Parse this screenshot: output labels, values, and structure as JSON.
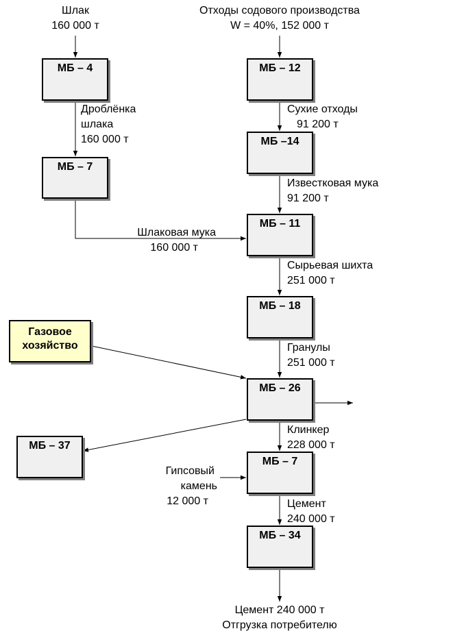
{
  "inputs": {
    "slag": {
      "name": "Шлак",
      "amount": "160 000 т"
    },
    "soda_waste": {
      "name": "Отходы содового производства",
      "amount": "W = 40%, 152 000 т"
    },
    "gypsum": {
      "line1": "Гипсовый",
      "line2": "камень",
      "amount": "12 000 т"
    }
  },
  "boxes": {
    "mb4": "МБ – 4",
    "mb12": "МБ – 12",
    "mb14": "МБ –14",
    "mb7a": "МБ – 7",
    "mb11": "МБ – 11",
    "mb18": "МБ – 18",
    "mb26": "МБ – 26",
    "mb37": "МБ – 37",
    "mb7b": "МБ – 7",
    "mb34": "МБ – 34",
    "gas": {
      "line1": "Газовое",
      "line2": "хозяйство"
    }
  },
  "flows": {
    "crushed_slag": {
      "line1": "Дроблёнка",
      "line2": "шлака",
      "amount": "160 000  т"
    },
    "dry_waste": {
      "name": "Сухие отходы",
      "amount": "91 200 т"
    },
    "lime_flour": {
      "name": "Известковая мука",
      "amount": "91 200 т"
    },
    "slag_flour": {
      "name": "Шлаковая мука",
      "amount": "160 000  т"
    },
    "raw_mix": {
      "name": "Сырьевая шихта",
      "amount": "251 000  т"
    },
    "granules": {
      "name": "Гранулы",
      "amount": "251 000  т"
    },
    "clinker": {
      "name": "Клинкер",
      "amount": "228 000  т"
    },
    "cement": {
      "name": "Цемент",
      "amount": "240 000  т"
    }
  },
  "output": {
    "line1": "Цемент 240 000 т",
    "line2": "Отгрузка потребителю"
  }
}
